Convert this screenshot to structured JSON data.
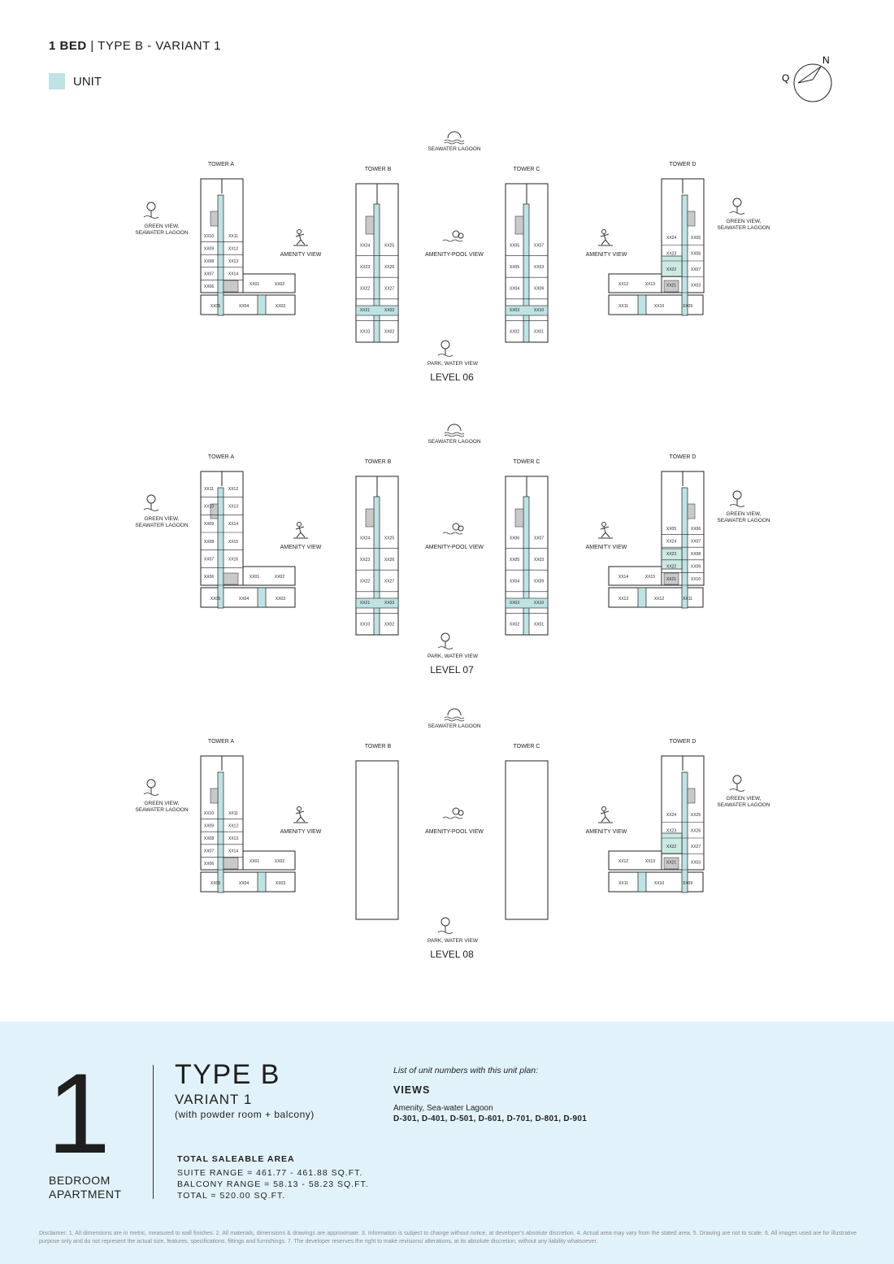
{
  "header": {
    "title_bold": "1 BED",
    "separator": "|",
    "title_rest": "TYPE B - VARIANT 1"
  },
  "legend": {
    "label": "UNIT",
    "color": "#bfe2e3"
  },
  "compass": {
    "north": "N",
    "q": "Q"
  },
  "levels": [
    {
      "name": "LEVEL 06",
      "top_view": "SEAWATER LAGOON",
      "bottom_view": "PARK, WATER VIEW",
      "middle_view": "AMENITY-POOL VIEW",
      "left_view": [
        "GREEN VIEW,",
        "SEAWATER LAGOON"
      ],
      "right_view": [
        "GREEN VIEW,",
        "SEAWATER LAGOON"
      ],
      "amenity_left": "AMENITY VIEW",
      "amenity_right": "AMENITY VIEW",
      "towers": [
        "TOWER A",
        "TOWER B",
        "TOWER C",
        "TOWER D"
      ],
      "tower_a_units": [
        "XX10",
        "XX11",
        "XX09",
        "XX12",
        "XX08",
        "XX13",
        "XX07",
        "XX14",
        "XX06",
        "XX01",
        "XX02",
        "XX05",
        "XX04",
        "XX03"
      ],
      "tower_b_units": [
        "XX24",
        "XX25",
        "XX23",
        "XX26",
        "XX22",
        "XX27",
        "XX21",
        "XX03",
        "XX10",
        "XX02"
      ],
      "tower_c_units": [
        "XX05",
        "XX07",
        "XX05",
        "XX03",
        "XX04",
        "XX09",
        "XX03",
        "XX10",
        "XX02",
        "XX01"
      ],
      "tower_d_units": [
        "XX24",
        "XX05",
        "XX23",
        "XX06",
        "XX22",
        "XX07",
        "XX21",
        "XX03",
        "XX12",
        "XX13",
        "XX11",
        "XX10",
        "XX09"
      ]
    },
    {
      "name": "LEVEL 07",
      "top_view": "SEAWATER LAGOON",
      "bottom_view": "PARK, WATER VIEW",
      "middle_view": "AMENITY-POOL VIEW",
      "left_view": [
        "GREEN VIEW,",
        "SEAWATER LAGOON"
      ],
      "right_view": [
        "GREEN VIEW,",
        "SEAWATER LAGOON"
      ],
      "amenity_left": "AMENITY VIEW",
      "amenity_right": "AMENITY VIEW",
      "towers": [
        "TOWER A",
        "TOWER B",
        "TOWER C",
        "TOWER D"
      ],
      "tower_a_units": [
        "XX11",
        "XX12",
        "XX10",
        "XX13",
        "XX09",
        "XX14",
        "XX08",
        "XX15",
        "XX07",
        "XX16",
        "XX06",
        "XX01",
        "XX02",
        "XX05",
        "XX04",
        "XX03"
      ],
      "tower_b_units": [
        "XX24",
        "XX25",
        "XX23",
        "XX26",
        "XX22",
        "XX27",
        "XX21",
        "XX03",
        "XX10",
        "XX02"
      ],
      "tower_c_units": [
        "XX06",
        "XX07",
        "XX05",
        "XX03",
        "XX04",
        "XX09",
        "XX03",
        "XX10",
        "XX02",
        "XX01"
      ],
      "tower_d_units": [
        "XX05",
        "XX06",
        "XX24",
        "XX07",
        "XX23",
        "XX08",
        "XX22",
        "XX09",
        "XX21",
        "XX10",
        "XX14",
        "XX15",
        "XX13",
        "XX12",
        "XX11"
      ]
    },
    {
      "name": "LEVEL 08",
      "top_view": "SEAWATER LAGOON",
      "bottom_view": "PARK, WATER VIEW",
      "middle_view": "AMENITY-POOL VIEW",
      "left_view": [
        "GREEN VIEW,",
        "SEAWATER LAGOON"
      ],
      "right_view": [
        "GREEN VIEW,",
        "SEAWATER LAGOON"
      ],
      "amenity_left": "AMENITY VIEW",
      "amenity_right": "AMENITY VIEW",
      "towers": [
        "TOWER A",
        "TOWER B",
        "TOWER C",
        "TOWER D"
      ],
      "tower_a_units": [
        "XX10",
        "XX11",
        "XX09",
        "XX12",
        "XX08",
        "XX13",
        "XX07",
        "XX14",
        "XX06",
        "XX01",
        "XX02",
        "XX05",
        "XX04",
        "XX03"
      ],
      "tower_d_units": [
        "XX24",
        "XX25",
        "XX23",
        "XX26",
        "XX22",
        "XX27",
        "XX21",
        "XX03",
        "XX12",
        "XX13",
        "XX11",
        "XX10",
        "XX09"
      ]
    }
  ],
  "footer": {
    "big_number": "1",
    "bedroom_line1": "BEDROOM",
    "bedroom_line2": "APARTMENT",
    "type": "TYPE B",
    "variant": "VARIANT 1",
    "variant_note": "(with powder room + balcony)",
    "area_title": "TOTAL SALEABLE AREA",
    "suite_range": "SUITE RANGE = 461.77 - 461.88 SQ.FT.",
    "balcony_range": "BALCONY RANGE = 58.13 - 58.23 SQ.FT.",
    "total": "TOTAL = 520.00 SQ.FT.",
    "list_title": "List of unit numbers with this unit plan:",
    "views_title": "VIEWS",
    "views_desc": "Amenity, Sea-water Lagoon",
    "unit_list": "D-301, D-401, D-501, D-601, D-701, D-801, D-901",
    "bg_color": "#e2f2fb"
  },
  "disclaimer": "Disclaimer: 1. All dimensions are in metric, measured to wall finishes. 2. All materials, dimensions & drawings are approximate. 3. Information is subject to change without notice, at developer's absolute discretion. 4. Actual area may vary from the stated area. 5. Drawing are not to scale. 6. All images used are for illustrative purpose only and do not represent the actual size, features, specifications, fittings and furnishings. 7. The developer reserves the right to make revisions/ alterations, at its absolute discretion, without any liability whatsoever."
}
